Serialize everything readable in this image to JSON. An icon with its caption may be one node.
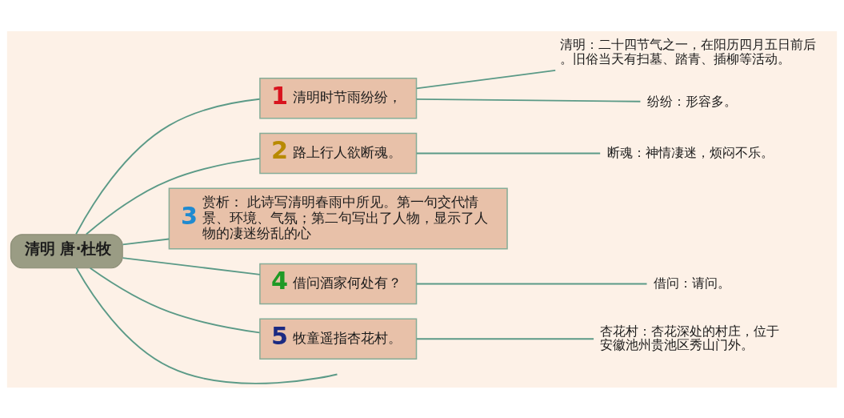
{
  "diagram": {
    "nodes": [
      {
        "text": [
          "清明 唐·杜牧"
        ]
      },
      {
        "text": [
          "1",
          "清明时节雨纷纷，"
        ]
      },
      {
        "text": [
          "清明：二十四节气之一，在阳历四月五日前后。旧俗当天有扫墓、踏青、插柳等活动。"
        ]
      },
      {
        "text": [
          "纷纷：形容多。"
        ]
      },
      {
        "text": [
          "2",
          "路上行人欲断魂。"
        ]
      },
      {
        "text": [
          "断魂：神情凄迷，烦闷不乐。"
        ]
      },
      {
        "text": [
          "3",
          "赏析： 此诗写清明春雨中所见。第一句交代情景、环境、气氛；第二句写出了人物，显示了人物的凄迷纷乱的心"
        ]
      },
      {
        "text": [
          "4",
          "借问酒家何处有？"
        ]
      },
      {
        "text": [
          "借问：请问。"
        ]
      },
      {
        "text": [
          "5",
          "牧童遥指杏花村。"
        ]
      },
      {
        "text": [
          "杏花村：杏花深处的村庄，位于安徽池州贵池区秀山门外。"
        ]
      }
    ],
    "edges": [
      {
        "from": 0,
        "to": 1,
        "arrow": "none"
      },
      {
        "from": 1,
        "to": 2,
        "arrow": "none"
      },
      {
        "from": 1,
        "to": 3,
        "arrow": "none"
      },
      {
        "from": 0,
        "to": 4,
        "arrow": "none"
      },
      {
        "from": 4,
        "to": 5,
        "arrow": "none"
      },
      {
        "from": 0,
        "to": 6,
        "arrow": "none"
      },
      {
        "from": 0,
        "to": 7,
        "arrow": "none"
      },
      {
        "from": 7,
        "to": 8,
        "arrow": "none"
      },
      {
        "from": 0,
        "to": 9,
        "arrow": "none"
      },
      {
        "from": 9,
        "to": 10,
        "arrow": "none"
      },
      {
        "from": 0,
        "to": null,
        "arrow": "none"
      }
    ]
  }
}
